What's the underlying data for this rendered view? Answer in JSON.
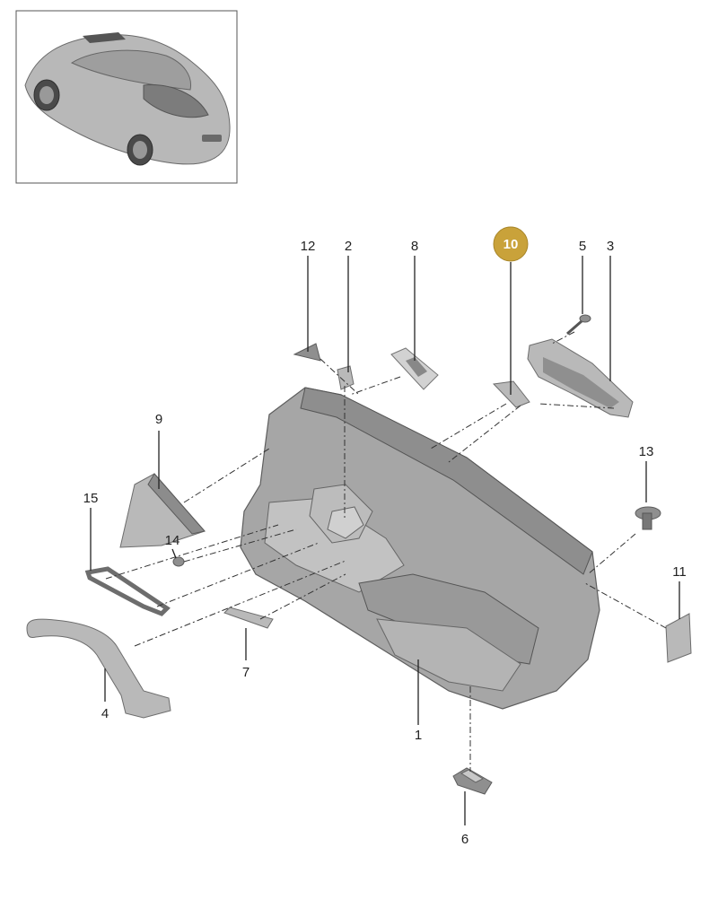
{
  "callouts": [
    {
      "id": "c12",
      "label": "12"
    },
    {
      "id": "c2",
      "label": "2"
    },
    {
      "id": "c8",
      "label": "8"
    },
    {
      "id": "c10",
      "label": "10",
      "highlighted": true
    },
    {
      "id": "c5",
      "label": "5"
    },
    {
      "id": "c3",
      "label": "3"
    },
    {
      "id": "c9",
      "label": "9"
    },
    {
      "id": "c15",
      "label": "15"
    },
    {
      "id": "c14",
      "label": "14"
    },
    {
      "id": "c13",
      "label": "13"
    },
    {
      "id": "c11",
      "label": "11"
    },
    {
      "id": "c7",
      "label": "7"
    },
    {
      "id": "c4",
      "label": "4"
    },
    {
      "id": "c1",
      "label": "1"
    },
    {
      "id": "c6",
      "label": "6"
    }
  ],
  "colors": {
    "highlight": "#c9a23a",
    "leader": "#222222",
    "part_fill": "#b9b9b9"
  },
  "icons": {
    "thumbnail": "car-thumbnail-icon"
  }
}
